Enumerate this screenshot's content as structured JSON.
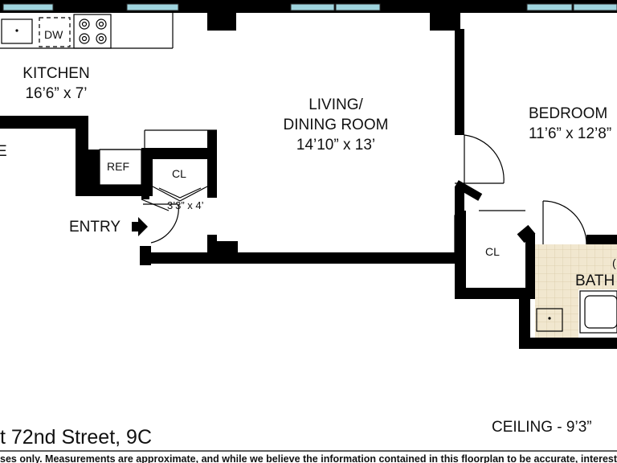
{
  "rooms": {
    "kitchen": {
      "name": "KITCHEN",
      "dims": "16’6” x 7’"
    },
    "living": {
      "name_line1": "LIVING/",
      "name_line2": "DINING ROOM",
      "dims": "14’10” x 13’"
    },
    "bedroom": {
      "name": "BEDROOM",
      "dims": "11’6” x 12’8”"
    },
    "bath": {
      "name": "BATH"
    },
    "entry": {
      "name": "ENTRY"
    },
    "closet_entry": {
      "name": "CL",
      "dims": "3’3” x 4’"
    },
    "closet_bedroom": {
      "name": "CL"
    }
  },
  "fixtures": {
    "dishwasher": "DW",
    "refrigerator": "REF"
  },
  "footer": {
    "address": "t 72nd Street, 9C",
    "ceiling": "CEILING - 9’3”",
    "disclaimer": "ses only.  Measurements are approximate, and while we believe the information contained in this floorplan to be accurate, interested parties should conduc"
  },
  "partial_text": {
    "left_edge": "E",
    "bath_edge": "("
  },
  "colors": {
    "wall": "#000000",
    "window_glass": "#9fd4de",
    "bath_tile": "#f1e7cf"
  }
}
